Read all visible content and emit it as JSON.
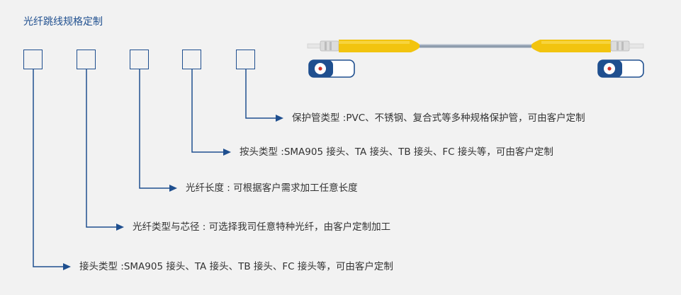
{
  "title": "光纤跳线规格定制",
  "labels": [
    "保护管类型 :PVC、不锈钢、复合式等多种规格保护管，可由客户定制",
    "按头类型 :SMA905 接头、TA 接头、TB 接头、FC 接头等，可由客户定制",
    "光纤长度 : 可根据客户需求加工任意长度",
    "光纤类型与芯径 : 可选择我司任意特种光纤，由客户定制加工",
    "接头类型 :SMA905 接头、TA 接头、TB 接头、FC 接头等，可由客户定制"
  ],
  "colors": {
    "accent": "#1f4f8f",
    "text": "#333333",
    "background": "#f2f2f2",
    "cable_jacket": "#f2c40f",
    "cable_fiber": "#8e9cad"
  },
  "image": {
    "icon": "fiber-patch-cord-illustration"
  }
}
